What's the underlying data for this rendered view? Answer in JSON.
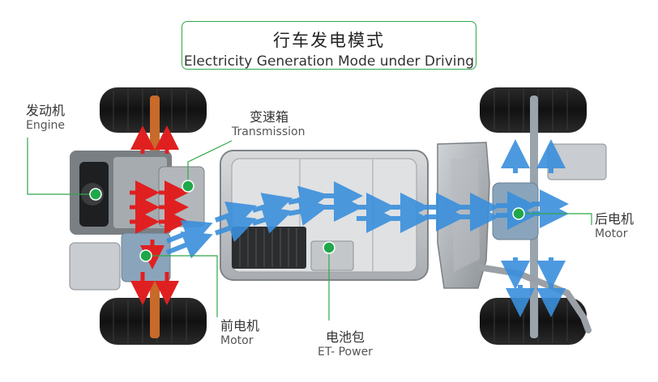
{
  "title": {
    "cn": "行车发电模式",
    "en": "Electricity Generation Mode under Driving"
  },
  "labels": {
    "engine": {
      "cn": "发动机",
      "en": "Engine"
    },
    "transmission": {
      "cn": "变速箱",
      "en": "Transmission"
    },
    "rear_motor": {
      "cn": "后电机",
      "en": "Motor"
    },
    "front_motor": {
      "cn": "前电机",
      "en": "Motor"
    },
    "battery": {
      "cn": "电池包",
      "en": "ET- Power"
    }
  },
  "colors": {
    "accent_green": "#2fa84a",
    "marker_green": "#1fa84a",
    "engine_flow": "#e02020",
    "electric_flow": "#3a8fdc",
    "axle_orange": "#c86a2a"
  }
}
